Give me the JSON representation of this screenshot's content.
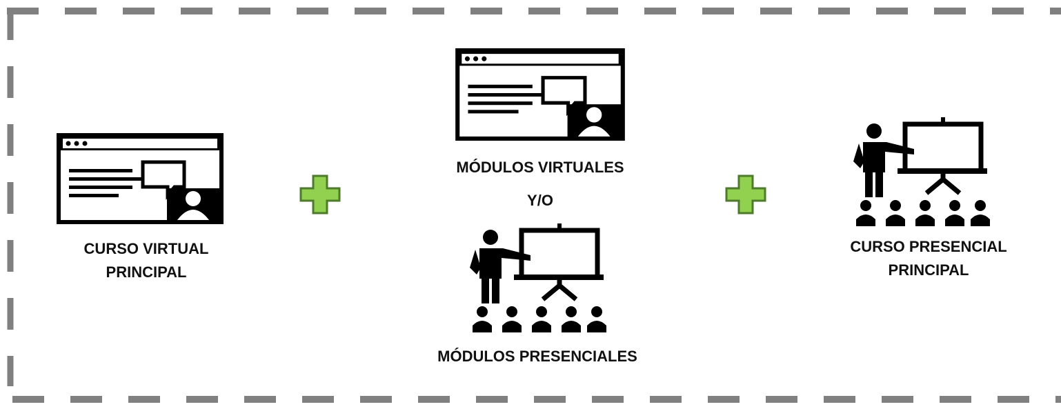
{
  "left": {
    "icon": "virtual-course-icon",
    "label_line1": "CURSO VIRTUAL",
    "label_line2": "PRINCIPAL"
  },
  "middle": {
    "top_icon": "virtual-course-icon",
    "top_label": "MÓDULOS VIRTUALES",
    "connector": "Y/O",
    "bottom_icon": "presentation-audience-icon",
    "bottom_label": "MÓDULOS PRESENCIALES"
  },
  "right": {
    "icon": "presentation-audience-icon",
    "label_line1": "CURSO PRESENCIAL",
    "label_line2": "PRINCIPAL"
  },
  "plus_icons": [
    "plus-icon",
    "plus-icon"
  ],
  "colors": {
    "border_dash": "#808080",
    "plus_fill": "#92d050",
    "plus_stroke": "#4e7a2c",
    "icon": "#000000"
  }
}
